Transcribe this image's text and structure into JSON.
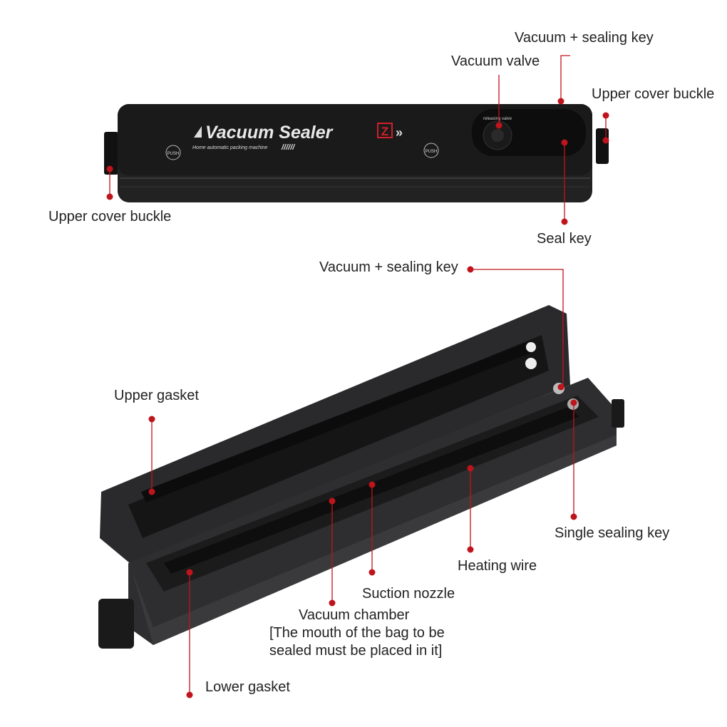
{
  "device_top": {
    "brand": "Vacuum Sealer",
    "brand_mark": "Z",
    "tagline": "Home automatic packing machine",
    "push_label": "PUSH",
    "valve_label": "releasing valve"
  },
  "labels": {
    "vacuum_sealing_key_top": "Vacuum + sealing key",
    "vacuum_valve": "Vacuum valve",
    "upper_cover_buckle_right": "Upper cover buckle",
    "upper_cover_buckle_left": "Upper cover buckle",
    "seal_key": "Seal key",
    "vacuum_sealing_key_bottom": "Vacuum + sealing key",
    "upper_gasket": "Upper gasket",
    "single_sealing_key": "Single sealing key",
    "heating_wire": "Heating wire",
    "suction_nozzle": "Suction nozzle",
    "vacuum_chamber": "Vacuum chamber",
    "vacuum_chamber_note_1": "[The mouth of the bag to be",
    "vacuum_chamber_note_2": "sealed must be placed in it]",
    "lower_gasket": "Lower gasket"
  },
  "colors": {
    "leader": "#c0141c",
    "device": "#1d1d1f",
    "brand_red": "#d0202a"
  }
}
